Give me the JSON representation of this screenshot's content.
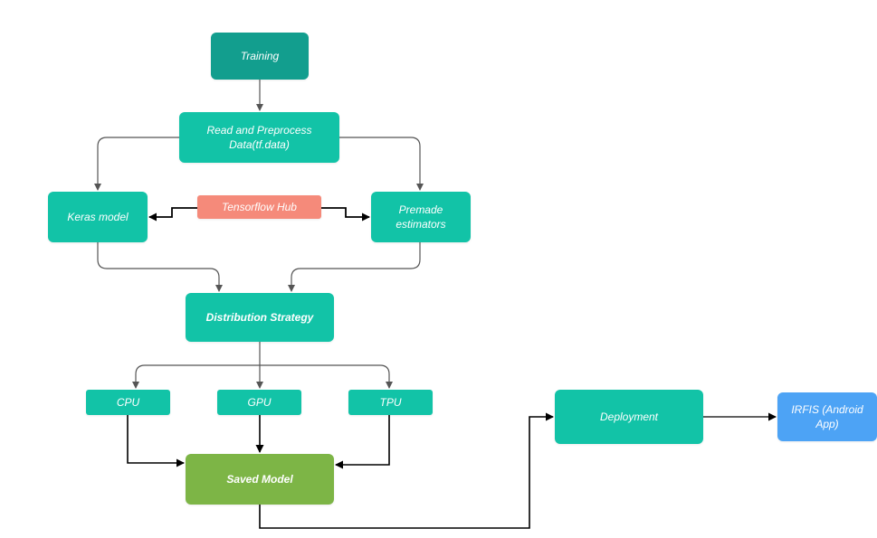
{
  "colors": {
    "teal": "#12C3A7",
    "teal_dark": "#129E8E",
    "salmon": "#F58A7A",
    "green": "#7DB546",
    "blue": "#4DA3F5",
    "edge": "#555555",
    "edge_strong": "#000000"
  },
  "diagram": {
    "nodes": {
      "training": "Training",
      "read_preprocess": "Read and Preprocess Data(tf.data)",
      "keras_model": "Keras model",
      "tensorflow_hub": "Tensorflow Hub",
      "premade_estimators": "Premade estimators",
      "distribution_strategy": "Distribution Strategy",
      "cpu": "CPU",
      "gpu": "GPU",
      "tpu": "TPU",
      "saved_model": "Saved Model",
      "deployment": "Deployment",
      "irfis_app": "IRFIS (Android App)"
    }
  }
}
